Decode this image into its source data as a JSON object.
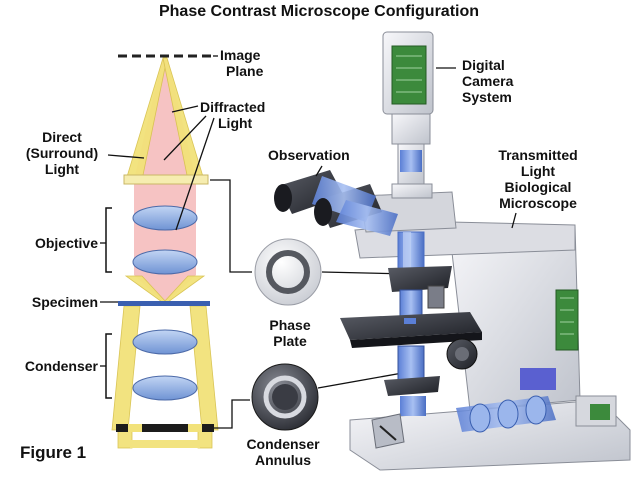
{
  "title": "Phase Contrast Microscope Configuration",
  "figure_label": "Figure 1",
  "labels": {
    "image_plane": [
      "Image",
      "Plane"
    ],
    "diffracted_light": [
      "Diffracted",
      "Light"
    ],
    "direct_light": [
      "Direct",
      "(Surround)",
      "Light"
    ],
    "objective": "Objective",
    "specimen": "Specimen",
    "condenser": "Condenser",
    "phase_plate": [
      "Phase",
      "Plate"
    ],
    "condenser_annulus": [
      "Condenser",
      "Annulus"
    ],
    "observation": "Observation",
    "digital_camera": [
      "Digital",
      "Camera",
      "System"
    ],
    "transmitted_microscope": [
      "Transmitted",
      "Light",
      "Biological",
      "Microscope"
    ]
  },
  "colors": {
    "direct_light": "#f2e27a",
    "diffracted_light": "#f4b8b8",
    "lens": "#8fb0e0",
    "specimen": "#3a5fb0",
    "microscope_body": "#e8e8ec",
    "accent_blue": "#7a9de0",
    "circuit_green": "#3c8a3c"
  }
}
